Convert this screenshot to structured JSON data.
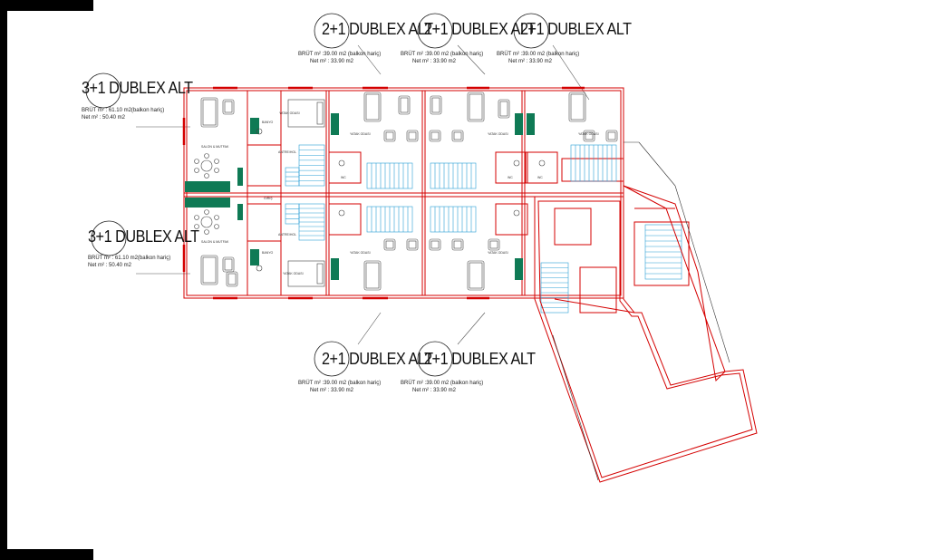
{
  "drawing": {
    "colors": {
      "wall": "#d40000",
      "stair": "#2a9fd6",
      "kitchen": "#0f7a55",
      "line": "#333333",
      "furniture": "#444444"
    }
  },
  "units": [
    {
      "title": "3+1 DUBLEX ALT",
      "brut": "BRÜT m² : 61.10 m2(balkon hariç)",
      "net": "Net m²    : 50.40 m2"
    },
    {
      "title": "3+1 DUBLEX ALT",
      "brut": "BRÜT m² : 61.10 m2(balkon hariç)",
      "net": "Net m²    : 50.40 m2"
    },
    {
      "title": "2+1 DUBLEX ALT",
      "brut": "BRÜT m²    :39.00 m2 (balkon hariç)",
      "net": "Net m²     : 33.90 m2"
    },
    {
      "title": "2+1 DUBLEX ALT",
      "brut": "BRÜT m²    :39.00 m2 (balkon hariç)",
      "net": "Net m²     : 33.90 m2"
    },
    {
      "title": "2+1 DUBLEX ALT",
      "brut": "BRÜT m²    :39.00 m2 (balkon hariç)",
      "net": "Net m²     : 33.90 m2"
    },
    {
      "title": "2+1 DUBLEX ALT",
      "brut": "BRÜT m²    :39.00 m2 (balkon hariç)",
      "net": "Net m²     : 33.90 m2"
    },
    {
      "title": "2+1 DUBLEX ALT",
      "brut": "BRÜT m²    :39.00 m2 (balkon hariç)",
      "net": "Net m²     : 33.90 m2"
    }
  ],
  "rooms": {
    "salon": "SALON & MUTFAK",
    "banyo": "BANYO",
    "yatak": "YATAK ODASI",
    "wc": "WC",
    "antre": "ANTRE/HOL",
    "giris": "GİRİŞ"
  }
}
